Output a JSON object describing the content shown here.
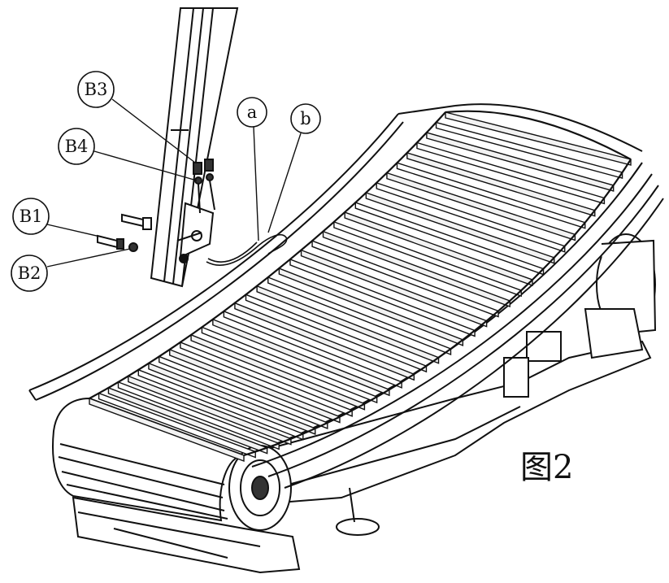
{
  "figure": {
    "caption": "图2"
  },
  "callouts": {
    "b3": "B3",
    "b4": "B4",
    "b1": "B1",
    "b2": "B2",
    "a": "a",
    "b": "b"
  },
  "colors": {
    "ink": "#111111",
    "paper": "#ffffff",
    "shade": "#d9d9d9"
  }
}
